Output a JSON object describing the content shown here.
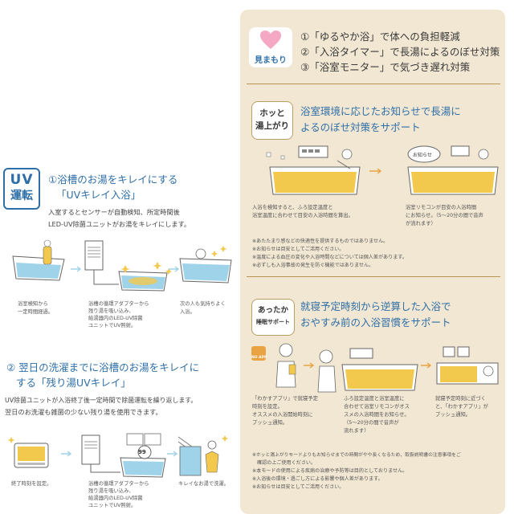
{
  "left": {
    "uv_badge": {
      "line1": "UV",
      "line2": "運転"
    },
    "section1": {
      "title_line1": "①浴槽のお湯をキレイにする",
      "title_line2": "「UVキレイ入浴」",
      "desc_line1": "入室するとセンサーが自動検知、所定時間後",
      "desc_line2": "LED-UV除菌ユニットがお湯をキレイにします。",
      "cap1_line1": "浴室検知から",
      "cap1_line2": "一定時間経過。",
      "cap2_line1": "浴槽の循環アダプターから",
      "cap2_line2": "残り湯を吸い込み、",
      "cap2_line3": "給湯器内のLED-UV除菌",
      "cap2_line4": "ユニットでUV照射。",
      "cap3_line1": "次の人も気持ちよく",
      "cap3_line2": "入浴。"
    },
    "section2": {
      "title_line1": "② 翌日の洗濯までに浴槽のお湯をキレイに",
      "title_line2": "する「残り湯UVキレイ」",
      "desc_line1": "UV除菌ユニットが入浴終了後一定時間で除菌運転を繰り返します。",
      "desc_line2": "翌日のお洗濯も雑菌の少ない残り湯を使用できます。",
      "panel_number": "99",
      "cap1": "終了時刻を設定。",
      "cap2_line1": "浴槽の循環アダプターから",
      "cap2_line2": "残り湯を吸い込み、",
      "cap2_line3": "給湯器内のLED-UV除菌",
      "cap2_line4": "ユニットでUV照射。",
      "cap3": "キレイなお湯で洗濯。"
    }
  },
  "right": {
    "mimamori_badge": "見まもり",
    "points": [
      "①「ゆるやか浴」で体への負担軽減",
      "②「入浴タイマー」で長湯によるのぼせ対策",
      "③「浴室モニター」で気づき遅れ対策"
    ],
    "hotto": {
      "badge_line1": "ホッと",
      "badge_line2": "湯上がり",
      "title_line1": "浴室環境に応じたお知らせで長湯に",
      "title_line2": "よるのぼせ対策をサポート",
      "panel_text": "お知らせ",
      "cap1_line1": "入浴を検知すると、ふろ設定温度と",
      "cap1_line2": "浴室温度に合わせて目安の入浴時間を算出。",
      "cap2_line1": "浴室リモコンが目安の入浴時間",
      "cap2_line2": "にお知らせ。（5〜20分の間で音声",
      "cap2_line3": "が流れます）",
      "notes": [
        "※あたたまり感などの快適性を提供するものではありません。",
        "※お知らせは目安としてご活用ください。",
        "※温度による血圧の変化や入浴時間などについては個人差があります。",
        "※必ずしも入浴事故の発生を防ぐ機能ではありません。"
      ]
    },
    "attaka": {
      "badge_line1": "あったか",
      "badge_line2": "睡眠サポート",
      "title_line1": "就寝予定時刻から逆算した入浴で",
      "title_line2": "おやすみ前の入浴習慣をサポート",
      "app_label": "NO APP",
      "cap1_line1": "「わかすアプリ」で就寝予定",
      "cap1_line2": "時刻を設定。",
      "cap1_line3": "オススメの入浴開始時刻に",
      "cap1_line4": "プッシュ通知。",
      "cap2_line1": "ふろ設定温度と浴室温度に",
      "cap2_line2": "合わせて浴室リモコンがオス",
      "cap2_line3": "スメの入浴時間をお知らせ。",
      "cap2_line4": "（5〜20分の間で音声が",
      "cap2_line5": "流れます）",
      "cap3_line1": "就寝予定時刻に近づく",
      "cap3_line2": "と、「わかすアプリ」が",
      "cap3_line3": "プッシュ通知。",
      "notes": [
        "※ホッと湯上がりモードよりもお知らせまでの時間がやや長くなるため、取扱説明書の注意事項をご",
        "確認の上ご使用ください。",
        "※本モードの使用による疾病の治療や予防等は目的としておりません。",
        "※入浴後の環境・過ごし方による影響や個人差があります。",
        "※お知らせは目安としてご活用ください。"
      ]
    }
  }
}
